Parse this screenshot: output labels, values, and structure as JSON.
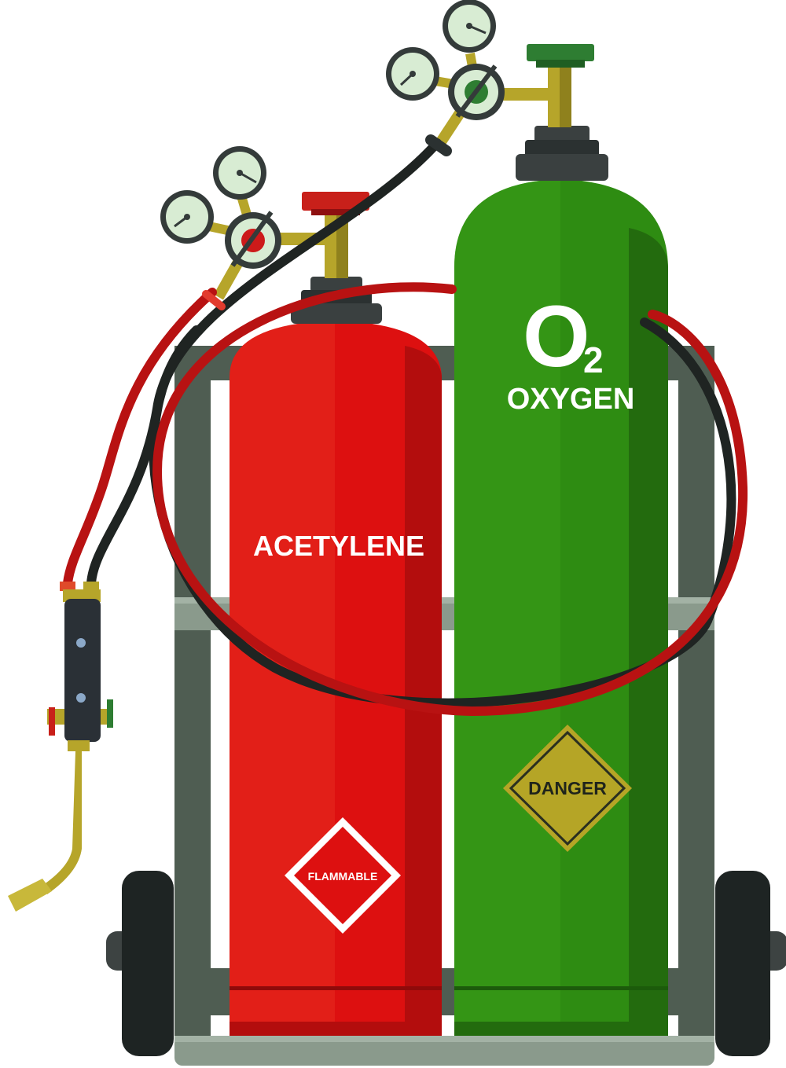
{
  "labels": {
    "acetylene": "ACETYLENE",
    "flammable": "FLAMMABLE",
    "o2_letter": "O",
    "o2_subscript": "2",
    "oxygen": "OXYGEN",
    "danger": "DANGER"
  },
  "colors": {
    "acetylene_cylinder": "#dd1010",
    "acetylene_dark": "#b30d0d",
    "oxygen_cylinder": "#2e8c12",
    "oxygen_dark": "#236b0e",
    "cart_frame": "#4f5d52",
    "cart_frame_light": "#8a9a8c",
    "wheel": "#1e2423",
    "valve_brass": "#b6a52a",
    "cap": "#3a4040",
    "hose_red": "#b81212",
    "hose_black": "#1f2422",
    "danger_sign": "#b5a526",
    "torch_body": "#2a3036"
  }
}
